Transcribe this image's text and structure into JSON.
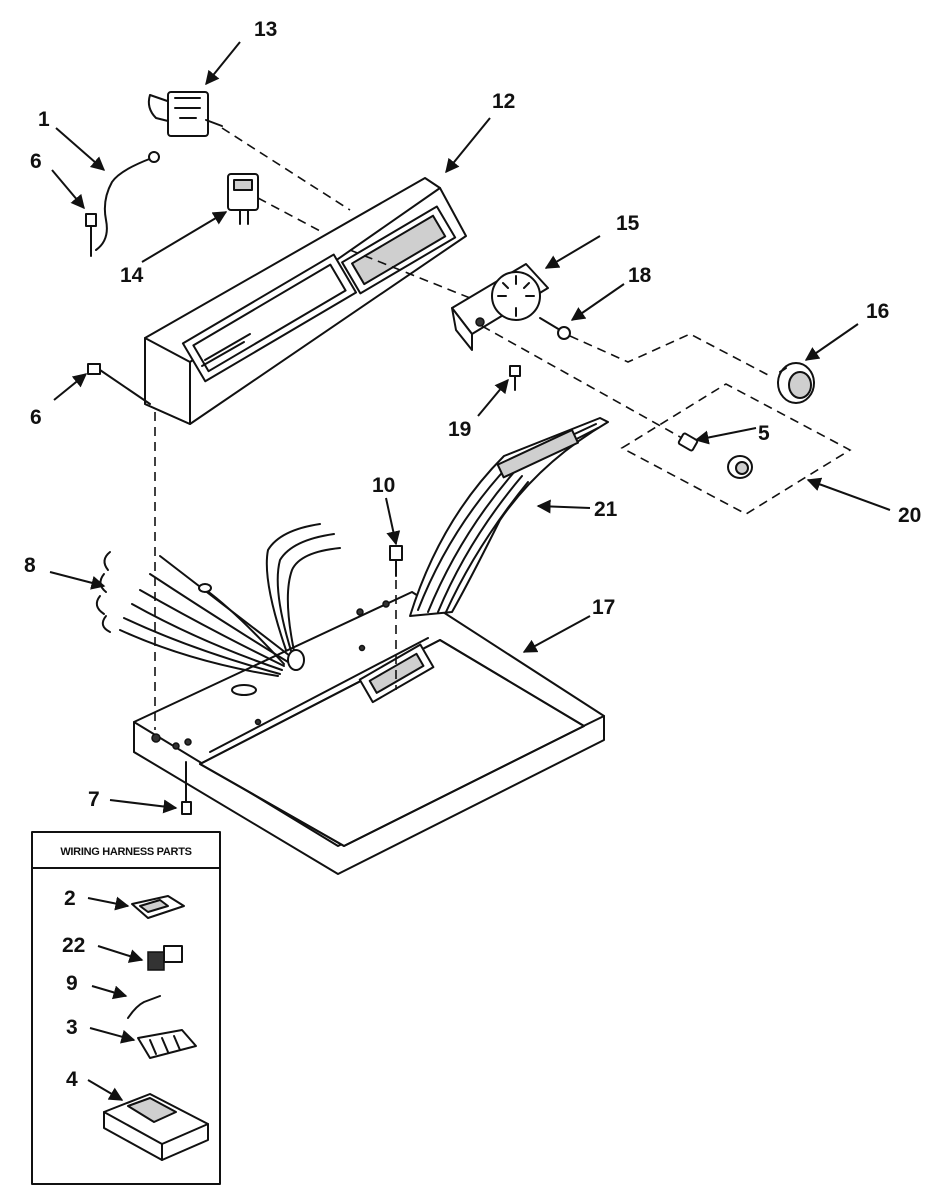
{
  "diagram": {
    "callouts": {
      "c1": "1",
      "c2": "2",
      "c3": "3",
      "c4": "4",
      "c5": "5",
      "c6a": "6",
      "c6b": "6",
      "c7": "7",
      "c8": "8",
      "c9": "9",
      "c10": "10",
      "c12": "12",
      "c13": "13",
      "c14": "14",
      "c15": "15",
      "c16": "16",
      "c17": "17",
      "c18": "18",
      "c19": "19",
      "c20": "20",
      "c21": "21",
      "c22": "22"
    },
    "harness_box": {
      "title": "WIRING HARNESS PARTS"
    }
  }
}
